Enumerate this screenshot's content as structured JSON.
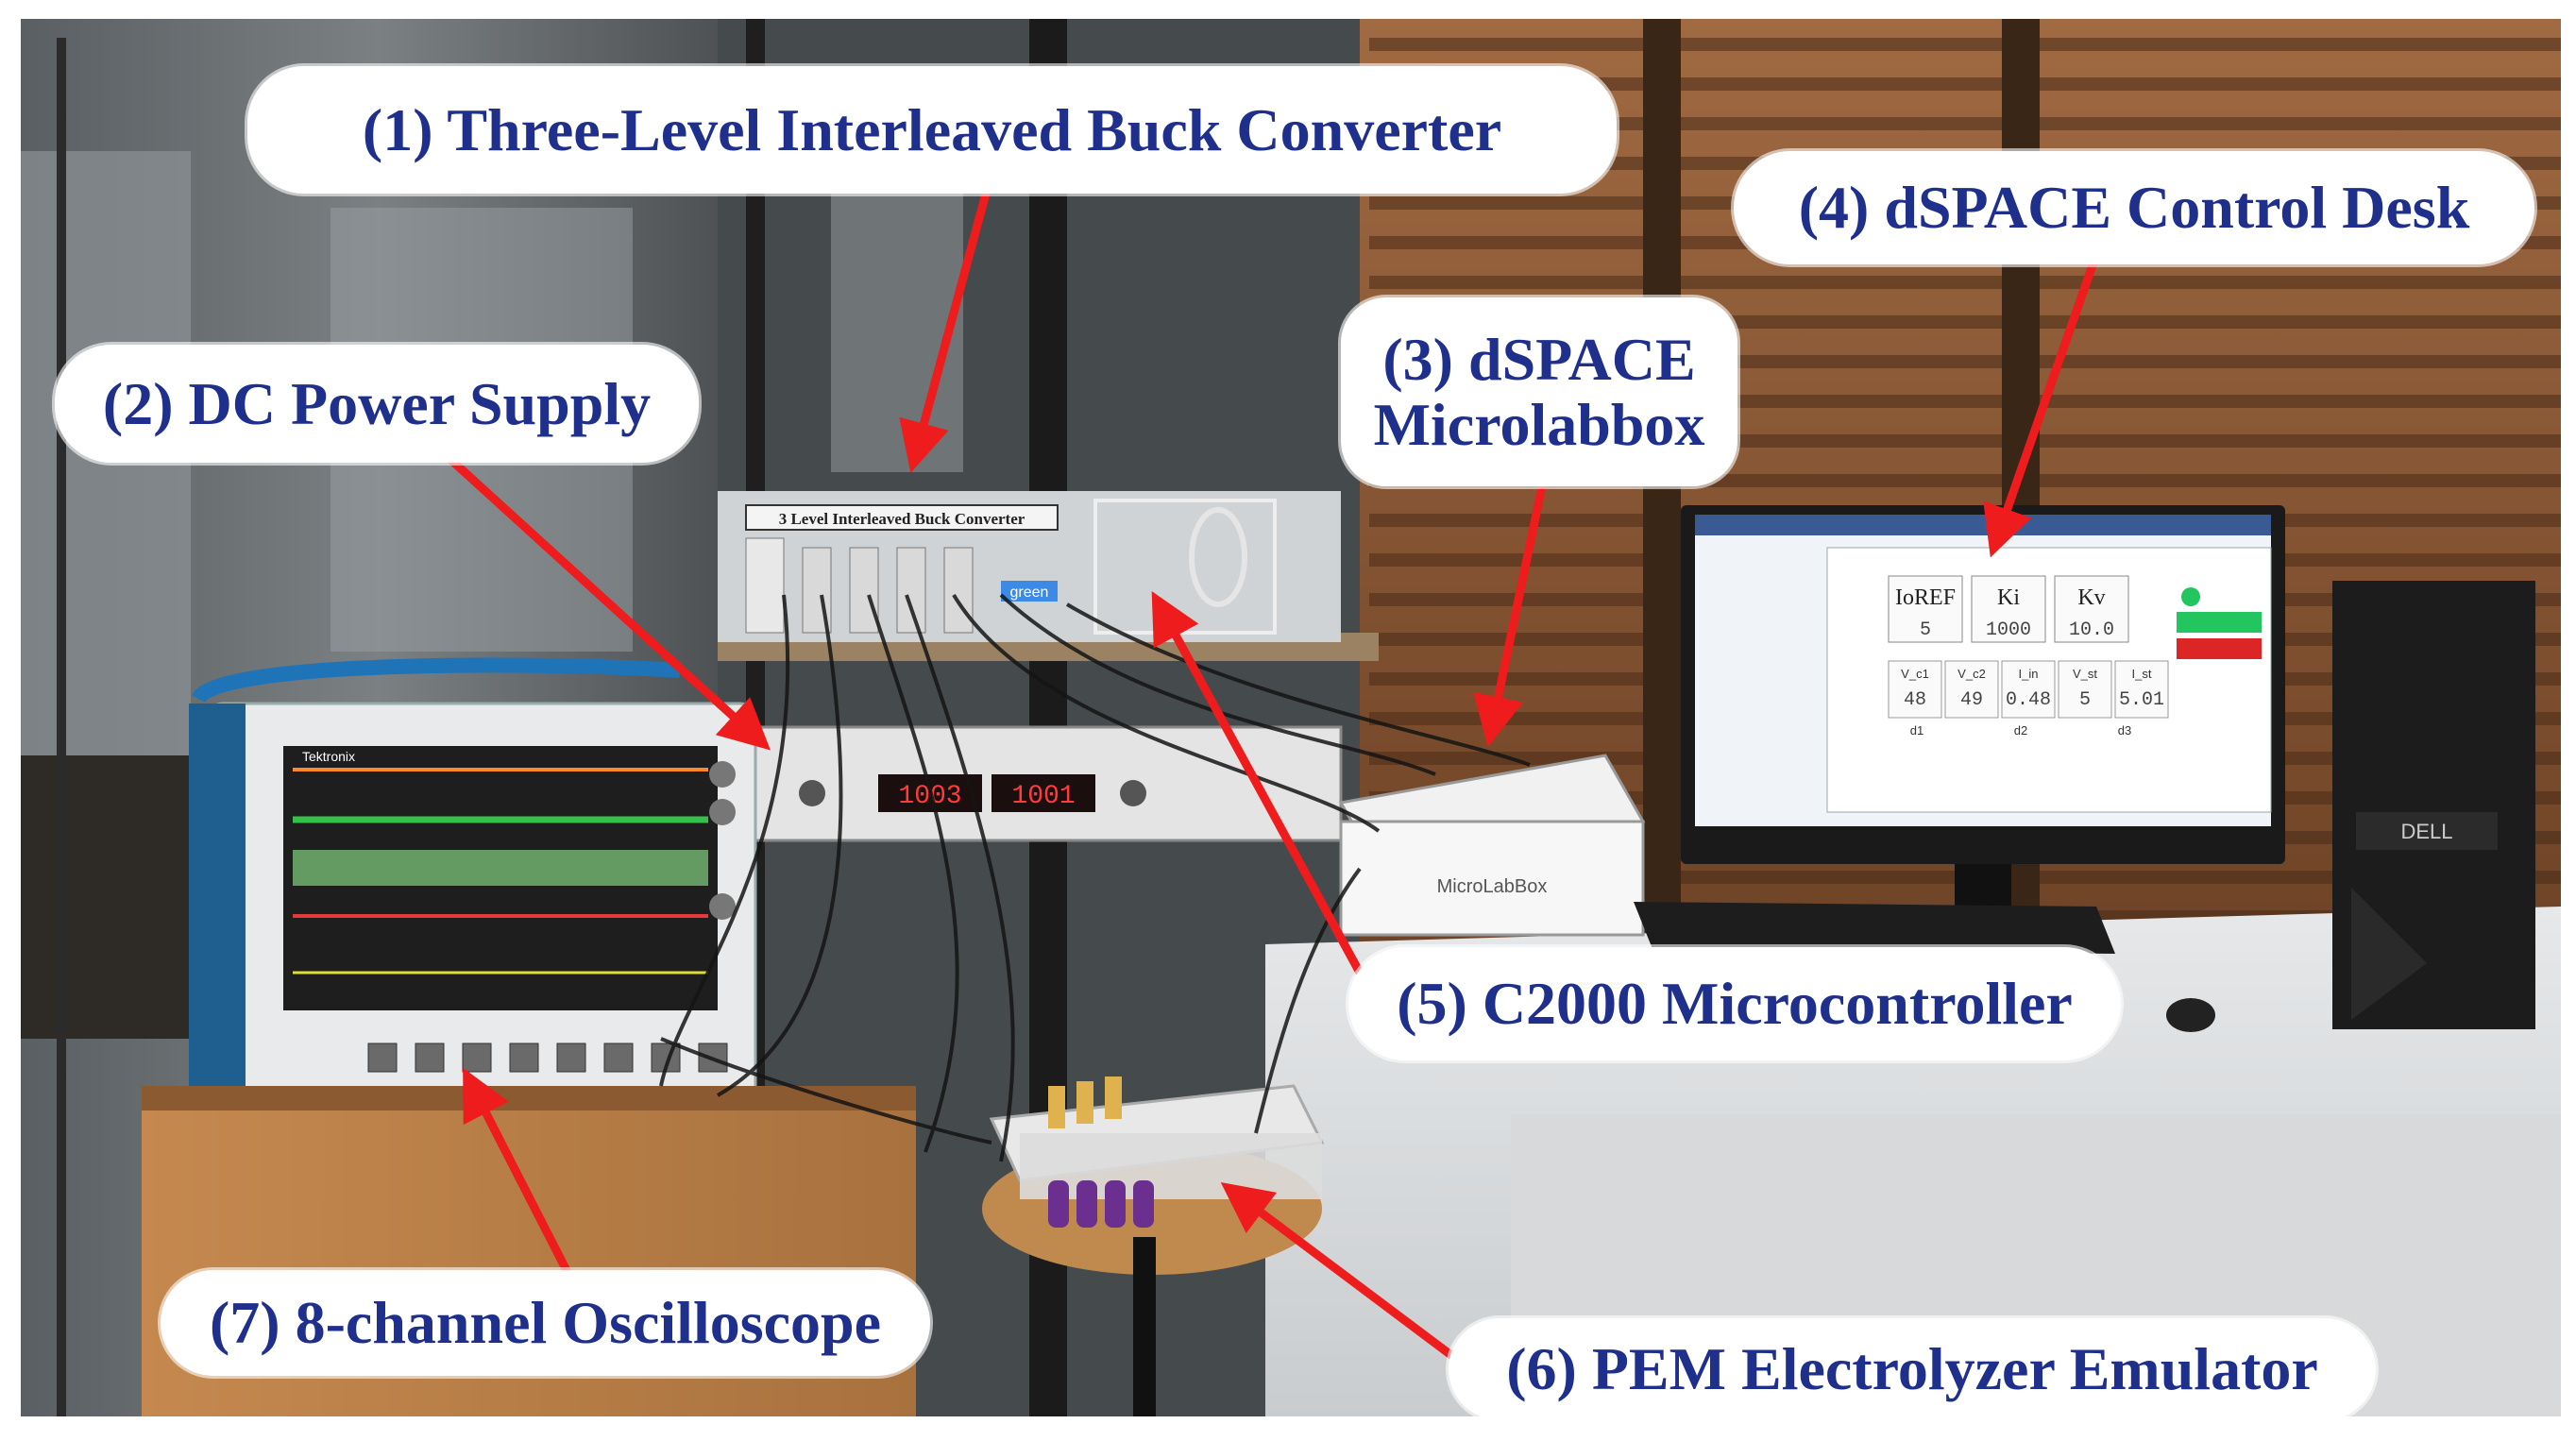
{
  "labels": {
    "l1": "(1) Three-Level Interleaved  Buck Converter",
    "l2": "(2) DC Power Supply",
    "l3a": "(3) dSPACE",
    "l3b": "Microlabbox",
    "l4": "(4) dSPACE Control Desk",
    "l5": "(5) C2000 Microcontroller",
    "l6": "(6) PEM Electrolyzer Emulator",
    "l7": "(7) 8-channel Oscilloscope"
  },
  "screen": {
    "headers": [
      "IoREF",
      "Ki",
      "Kv"
    ],
    "values": [
      "5",
      "1000",
      "10.0"
    ],
    "meas_labels": [
      "V_c1",
      "V_c2",
      "I_in",
      "V_st",
      "I_st"
    ],
    "meas_values": [
      "48",
      "49",
      "0.48",
      "5",
      "5.01"
    ],
    "plot_labels": [
      "d1",
      "d2",
      "d3"
    ]
  },
  "board_title": "3 Level Interleaved Buck Converter",
  "board_badge": "green",
  "supply_display": [
    "1003",
    "1001"
  ],
  "scope_brand": "Tektronix",
  "labbox_brand": "MicroLabBox",
  "pc_brand": "DELL",
  "colors": {
    "label_text": "#1f2f8c",
    "arrow": "#ee1c1c",
    "screen_bg": "#f0f3f8",
    "green_button": "#22c55e",
    "red_button": "#dc2626"
  }
}
